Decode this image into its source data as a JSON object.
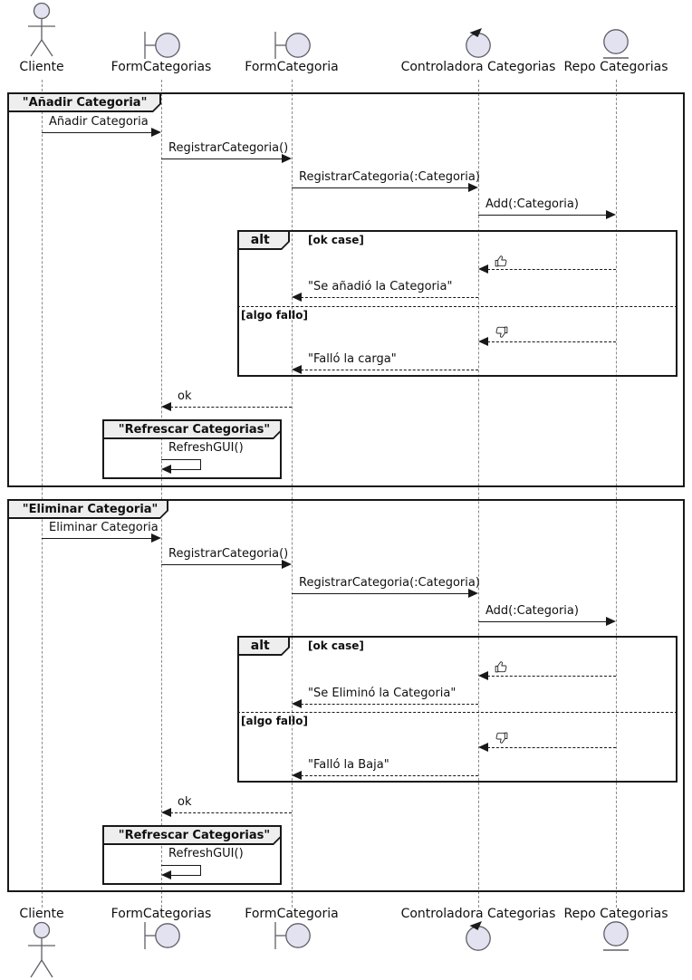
{
  "participants": [
    {
      "name": "Cliente",
      "type": "actor"
    },
    {
      "name": "FormCategorias",
      "type": "boundary"
    },
    {
      "name": "FormCategoria",
      "type": "boundary"
    },
    {
      "name": "Controladora Categorias",
      "type": "control"
    },
    {
      "name": "Repo Categorias",
      "type": "entity"
    }
  ],
  "alt": {
    "label": "alt",
    "guards": [
      "[ok case]",
      "[algo fallo]"
    ]
  },
  "frame1": {
    "title": "\"Añadir Categoria\"",
    "subframe_title": "\"Refrescar Categorias\"",
    "messages": [
      {
        "label": "Añadir Categoria",
        "from": "Cliente",
        "to": "FormCategorias",
        "style": "solid"
      },
      {
        "label": "RegistrarCategoria()",
        "from": "FormCategorias",
        "to": "FormCategoria",
        "style": "solid"
      },
      {
        "label": "RegistrarCategoria(:Categoria)",
        "from": "FormCategoria",
        "to": "Controladora Categorias",
        "style": "solid"
      },
      {
        "label": "Add(:Categoria)",
        "from": "Controladora Categorias",
        "to": "Repo Categorias",
        "style": "solid"
      },
      {
        "label": "",
        "icon": "thumbs-up",
        "from": "Repo Categorias",
        "to": "Controladora Categorias",
        "style": "dashed",
        "section": "[ok case]"
      },
      {
        "label": "\"Se añadió la Categoria\"",
        "from": "Controladora Categorias",
        "to": "FormCategoria",
        "style": "dashed",
        "section": "[ok case]"
      },
      {
        "label": "",
        "icon": "thumbs-down",
        "from": "Repo Categorias",
        "to": "Controladora Categorias",
        "style": "dashed",
        "section": "[algo fallo]"
      },
      {
        "label": "\"Falló la carga\"",
        "from": "Controladora Categorias",
        "to": "FormCategoria",
        "style": "dashed",
        "section": "[algo fallo]"
      },
      {
        "label": "ok",
        "from": "FormCategoria",
        "to": "FormCategorias",
        "style": "dashed"
      },
      {
        "label": "RefreshGUI()",
        "from": "FormCategorias",
        "to": "FormCategorias",
        "style": "self"
      }
    ]
  },
  "frame2": {
    "title": "\"Eliminar Categoria\"",
    "subframe_title": "\"Refrescar Categorias\"",
    "messages": [
      {
        "label": "Eliminar Categoria",
        "from": "Cliente",
        "to": "FormCategorias",
        "style": "solid"
      },
      {
        "label": "RegistrarCategoria()",
        "from": "FormCategorias",
        "to": "FormCategoria",
        "style": "solid"
      },
      {
        "label": "RegistrarCategoria(:Categoria)",
        "from": "FormCategoria",
        "to": "Controladora Categorias",
        "style": "solid"
      },
      {
        "label": "Add(:Categoria)",
        "from": "Controladora Categorias",
        "to": "Repo Categorias",
        "style": "solid"
      },
      {
        "label": "",
        "icon": "thumbs-up",
        "from": "Repo Categorias",
        "to": "Controladora Categorias",
        "style": "dashed",
        "section": "[ok case]"
      },
      {
        "label": "\"Se Eliminó la Categoria\"",
        "from": "Controladora Categorias",
        "to": "FormCategoria",
        "style": "dashed",
        "section": "[ok case]"
      },
      {
        "label": "",
        "icon": "thumbs-down",
        "from": "Repo Categorias",
        "to": "Controladora Categorias",
        "style": "dashed",
        "section": "[algo fallo]"
      },
      {
        "label": "\"Falló la Baja\"",
        "from": "Controladora Categorias",
        "to": "FormCategoria",
        "style": "dashed",
        "section": "[algo fallo]"
      },
      {
        "label": "ok",
        "from": "FormCategoria",
        "to": "FormCategorias",
        "style": "dashed"
      },
      {
        "label": "RefreshGUI()",
        "from": "FormCategorias",
        "to": "FormCategorias",
        "style": "self"
      }
    ]
  },
  "colors": {
    "participant_fill": "#E2E2F0",
    "tab_fill": "#EEEEEE",
    "line": "#181818",
    "lifeline": "#8A8A8A"
  }
}
